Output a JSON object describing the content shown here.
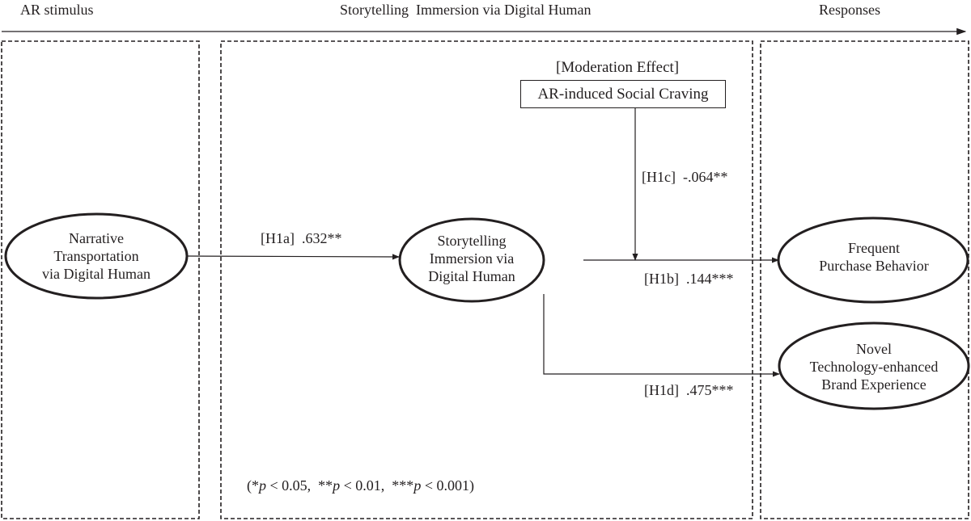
{
  "headers": {
    "left": "AR stimulus",
    "center": "Storytelling  Immersion via Digital Human",
    "right": "Responses"
  },
  "nodes": {
    "narrative": [
      "Narrative",
      "Transportation",
      "via Digital Human"
    ],
    "storytelling": [
      "Storytelling",
      "Immersion via",
      "Digital Human"
    ],
    "frequent": [
      "Frequent",
      "Purchase Behavior"
    ],
    "novel": [
      "Novel",
      "Technology-enhanced",
      "Brand Experience"
    ]
  },
  "moderator": {
    "heading": "[Moderation Effect]",
    "label": "AR-induced Social Craving"
  },
  "paths": {
    "h1a": "[H1a]  .632**",
    "h1b": "[H1b]  .144***",
    "h1c": "[H1c]  -.064**",
    "h1d": "[H1d]  .475***"
  },
  "note": {
    "open": "(*",
    "p": "p",
    "t1": " < 0.05,  **",
    "t2": " < 0.01,  ***",
    "t3": " < 0.001)"
  }
}
